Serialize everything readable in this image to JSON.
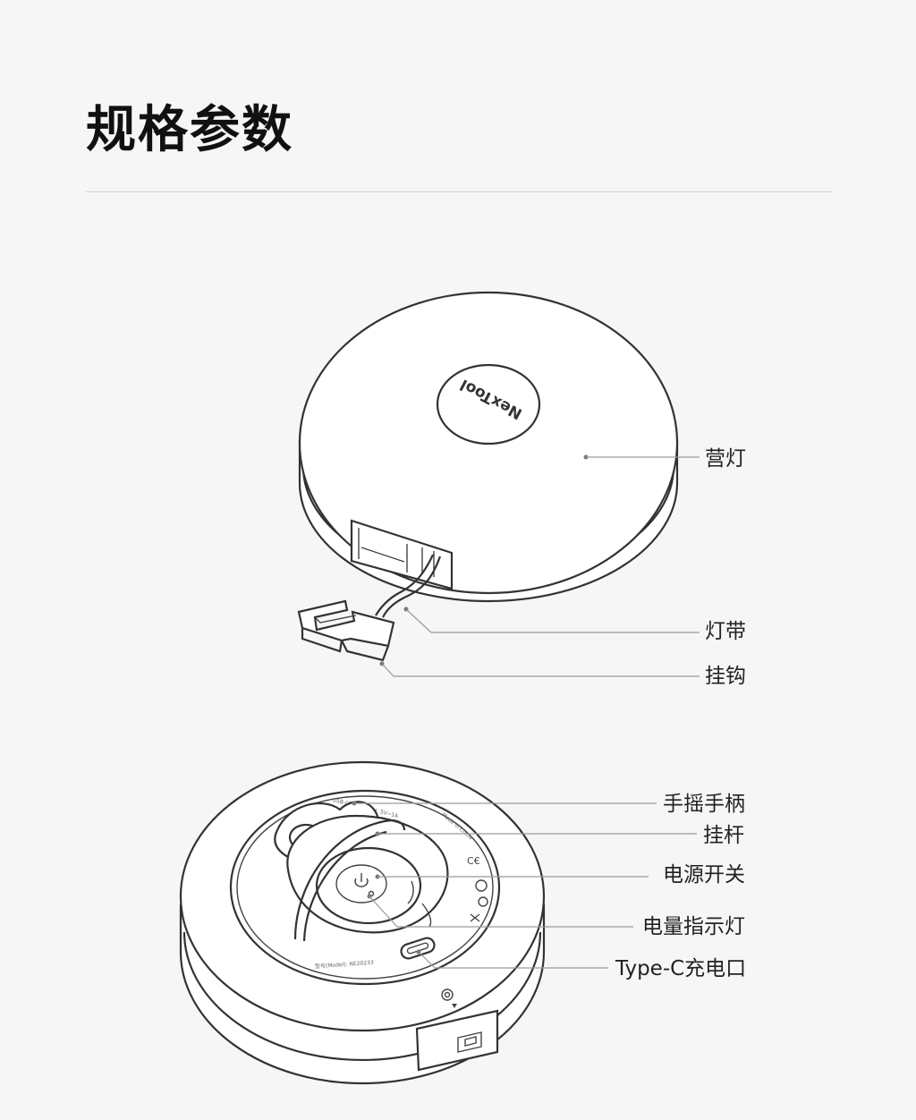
{
  "page": {
    "title": "规格参数"
  },
  "device_top": {
    "logo_text": "NexTool",
    "labels": {
      "camp_light": "营灯",
      "light_strip": "灯带",
      "hook": "挂钩"
    }
  },
  "device_bottom": {
    "labels": {
      "hand_crank_handle": "手摇手柄",
      "hanging_rod": "挂杆",
      "power_switch": "电源开关",
      "battery_indicator": "电量指示灯",
      "type_c_port": "Type-C充电口"
    },
    "fine_print": {
      "input_spec": "USB-C输入(Input): 5V⎓1A",
      "made_in": "Made in China",
      "model": "型号(Model): NE20233"
    }
  },
  "colors": {
    "background": "#f6f6f6",
    "line": "#333333",
    "leader": "#9a9a9a",
    "text": "#222222"
  }
}
